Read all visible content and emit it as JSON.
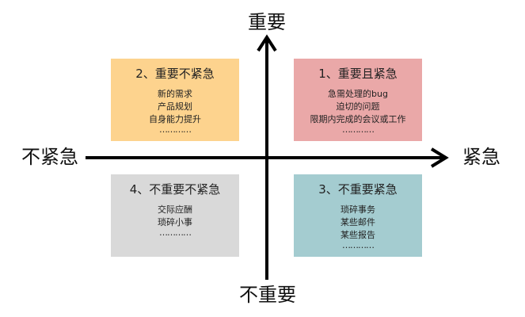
{
  "axes": {
    "top": "重要",
    "bottom": "不重要",
    "left": "不紧急",
    "right": "紧急"
  },
  "quadrants": [
    {
      "id": "q2",
      "title": "2、重要不紧急",
      "color": "#fdd38e",
      "items": [
        "新的需求",
        "产品规划",
        "自身能力提升"
      ],
      "more": "…………"
    },
    {
      "id": "q1",
      "title": "1、重要且紧急",
      "color": "#eaa8a8",
      "items": [
        "急需处理的bug",
        "迫切的问题",
        "限期内完成的会议或工作"
      ],
      "more": "…………"
    },
    {
      "id": "q4",
      "title": "4、不重要不紧急",
      "color": "#d9d9d9",
      "items": [
        "交际应酬",
        "琐碎小事"
      ],
      "more": "…………"
    },
    {
      "id": "q3",
      "title": "3、不重要紧急",
      "color": "#a4ccd0",
      "items": [
        "琐碎事务",
        "某些邮件",
        "某些报告"
      ],
      "more": "…………"
    }
  ]
}
